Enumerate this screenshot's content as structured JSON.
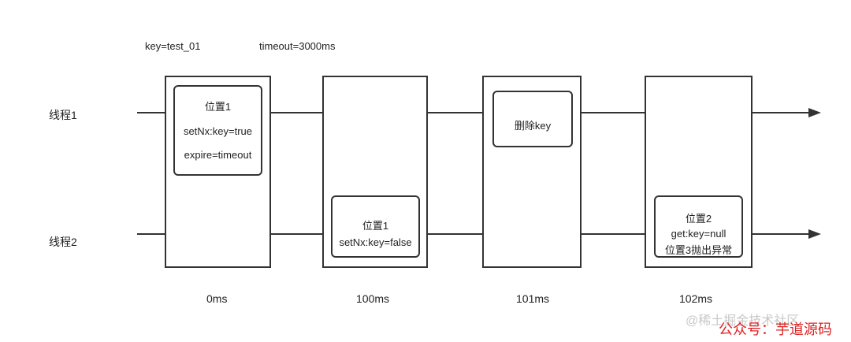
{
  "header": {
    "key": "key=test_01",
    "timeout": "timeout=3000ms"
  },
  "threads": [
    "线程1",
    "线程2"
  ],
  "columns": [
    {
      "time": "0ms"
    },
    {
      "time": "100ms"
    },
    {
      "time": "101ms"
    },
    {
      "time": "102ms"
    }
  ],
  "notes": {
    "n1": [
      "位置1",
      "setNx:key=true",
      "expire=timeout"
    ],
    "n2": [
      "位置1",
      "setNx:key=false"
    ],
    "n3": [
      "删除key"
    ],
    "n4": [
      "位置2",
      "get:key=null",
      "位置3抛出异常"
    ]
  },
  "watermarks": {
    "juejin": "@稀土掘金技术社区",
    "wechat": "公众号：芋道源码"
  }
}
